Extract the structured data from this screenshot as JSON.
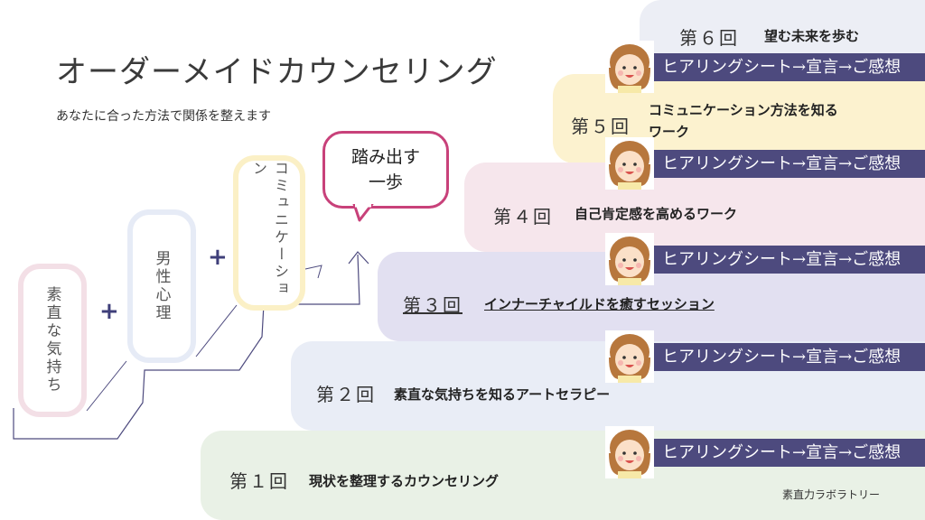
{
  "header": {
    "title": "オーダーメイドカウンセリング",
    "subtitle": "あなたに合った方法で関係を整えます"
  },
  "steps": [
    {
      "label": "素直な気持ち",
      "color": "#f3dfe6"
    },
    {
      "label": "男性心理",
      "color": "#e6ebf6"
    },
    {
      "label": "コミュニケーション",
      "color": "#fbf0c6"
    }
  ],
  "plus_symbol": "+",
  "bubble": {
    "line1": "踏み出す",
    "line2": "一歩"
  },
  "sessions": [
    {
      "num": "第１回",
      "title": "現状を整理するカウンセリング"
    },
    {
      "num": "第２回",
      "title": "素直な気持ちを知るアートセラピー"
    },
    {
      "num": "第３回",
      "title": "インナーチャイルドを癒すセッション"
    },
    {
      "num": "第４回",
      "title": "自己肯定感を高めるワーク"
    },
    {
      "num": "第５回",
      "title_line1": "コミュニケーション方法を知る",
      "title_line2": "ワーク"
    },
    {
      "num": "第６回",
      "title": "望む未来を歩む"
    }
  ],
  "sheet_label": "ヒアリングシート→宣言→ご感想",
  "brand": "素直力ラボラトリー",
  "colors": {
    "accent_bar": "#4d4a7e",
    "bubble_border": "#c8417a"
  }
}
